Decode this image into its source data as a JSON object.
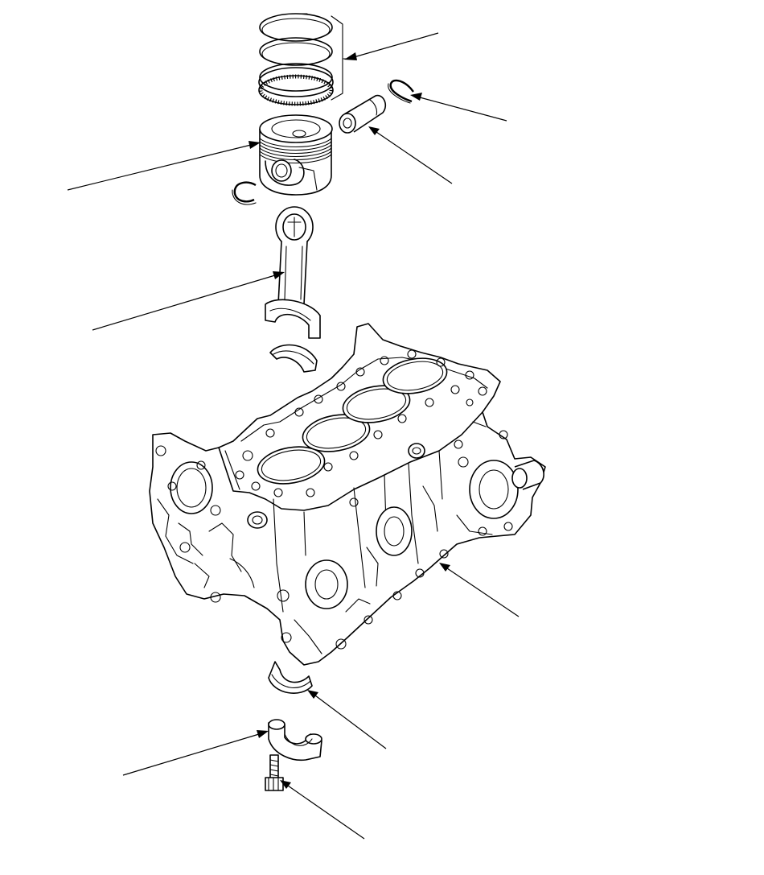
{
  "diagram": {
    "kind": "exploded-parts-view",
    "parts": [
      {
        "id": "piston-rings",
        "icon": "piston-rings-icon"
      },
      {
        "id": "piston-pin-clip-right",
        "icon": "snap-ring-icon"
      },
      {
        "id": "piston-pin",
        "icon": "piston-pin-icon"
      },
      {
        "id": "piston",
        "icon": "piston-icon"
      },
      {
        "id": "piston-pin-clip-left",
        "icon": "snap-ring-icon"
      },
      {
        "id": "connecting-rod",
        "icon": "connecting-rod-icon"
      },
      {
        "id": "rod-bearing-upper",
        "icon": "bearing-shell-icon"
      },
      {
        "id": "cylinder-block",
        "icon": "cylinder-block-icon"
      },
      {
        "id": "rod-bearing-lower",
        "icon": "bearing-shell-icon"
      },
      {
        "id": "connecting-rod-cap",
        "icon": "rod-cap-icon"
      },
      {
        "id": "rod-cap-bolt",
        "icon": "bolt-icon"
      }
    ],
    "colors": {
      "ink": "#000000",
      "background": "#ffffff"
    }
  }
}
